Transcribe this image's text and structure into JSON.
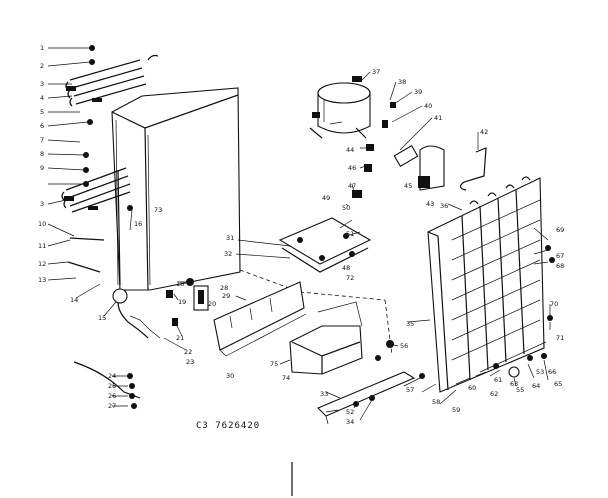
{
  "caption": "C3   7626420",
  "callouts": [
    "1",
    "2",
    "3",
    "4",
    "5",
    "6",
    "7",
    "8",
    "9",
    "3",
    "10",
    "11",
    "12",
    "13",
    "14",
    "15",
    "16",
    "17",
    "18",
    "19",
    "20",
    "21",
    "22",
    "23",
    "24",
    "25",
    "26",
    "27",
    "28",
    "29",
    "30",
    "31",
    "32",
    "33",
    "34",
    "35",
    "36",
    "37",
    "38",
    "39",
    "40",
    "41",
    "42",
    "43",
    "44",
    "45",
    "46",
    "47",
    "48",
    "49",
    "50",
    "51",
    "52",
    "53",
    "55",
    "56",
    "57",
    "58",
    "59",
    "60",
    "61",
    "62",
    "63",
    "64",
    "65",
    "66",
    "67",
    "68",
    "69",
    "70",
    "71",
    "72",
    "73",
    "74",
    "75"
  ]
}
